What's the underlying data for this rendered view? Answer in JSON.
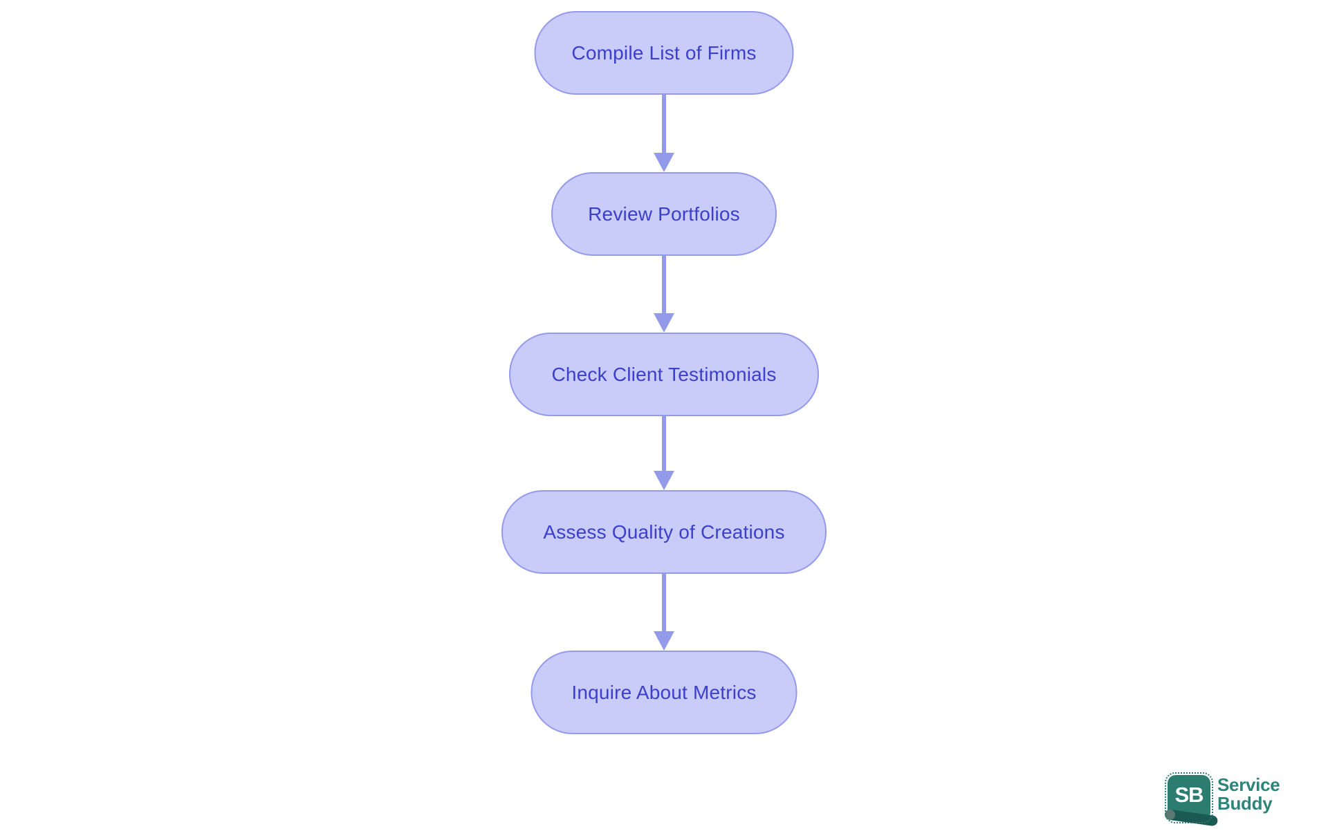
{
  "diagram": {
    "type": "flowchart",
    "direction": "top-down",
    "nodes": [
      {
        "label": "Compile List of Firms"
      },
      {
        "label": "Review Portfolios"
      },
      {
        "label": "Check Client Testimonials"
      },
      {
        "label": "Assess Quality of Creations"
      },
      {
        "label": "Inquire About Metrics"
      }
    ],
    "edges": [
      {
        "from": "Compile List of Firms",
        "to": "Review Portfolios"
      },
      {
        "from": "Review Portfolios",
        "to": "Check Client Testimonials"
      },
      {
        "from": "Check Client Testimonials",
        "to": "Assess Quality of Creations"
      },
      {
        "from": "Assess Quality of Creations",
        "to": "Inquire About Metrics"
      }
    ],
    "colors": {
      "background": "#FFFFFF",
      "node_fill": "#C9CBF8",
      "node_border": "#9499EA",
      "node_text": "#3B3FC9",
      "arrow": "#939AE9"
    }
  },
  "logo": {
    "badge_text": "SB",
    "name_line1": "Service",
    "name_line2": "Buddy",
    "colors": {
      "badge": "#2D7C70",
      "roll": "#1A5A52",
      "text": "#2B8578"
    }
  }
}
